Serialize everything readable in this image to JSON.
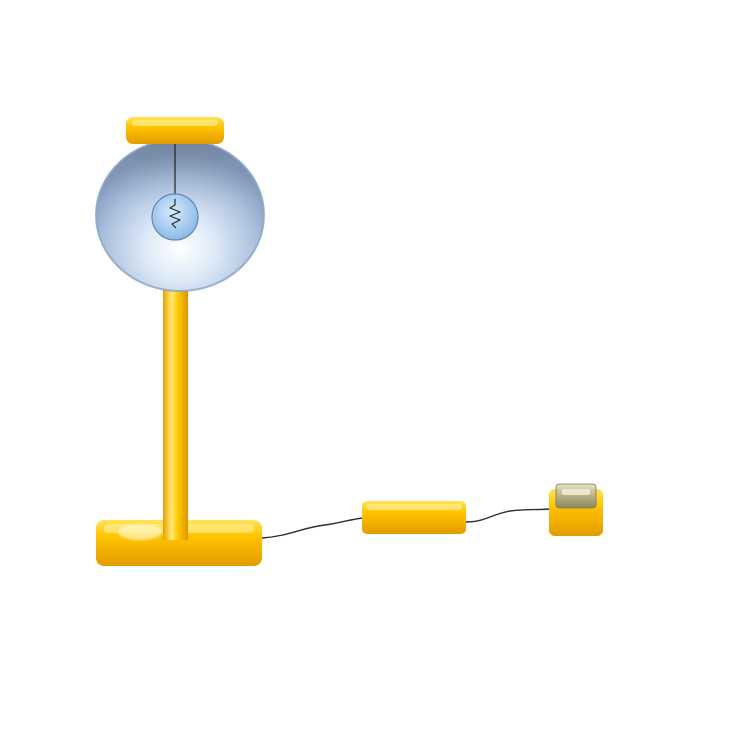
{
  "scene": {
    "background": "#ffffff",
    "apparatus": [
      "lamp-stand",
      "glass-globe",
      "filament-bulb",
      "connecting-wire",
      "inline-box",
      "battery-cell"
    ]
  },
  "colors": {
    "gold": "#ffc000",
    "gold_light": "#ffe45a",
    "gold_dark": "#e09a00",
    "glass": "#b9cde6",
    "glass_edge": "#7e98bd",
    "bulb": "#a9ccef",
    "wire": "#2f2f2f",
    "cell_top": "#b7b08a"
  }
}
